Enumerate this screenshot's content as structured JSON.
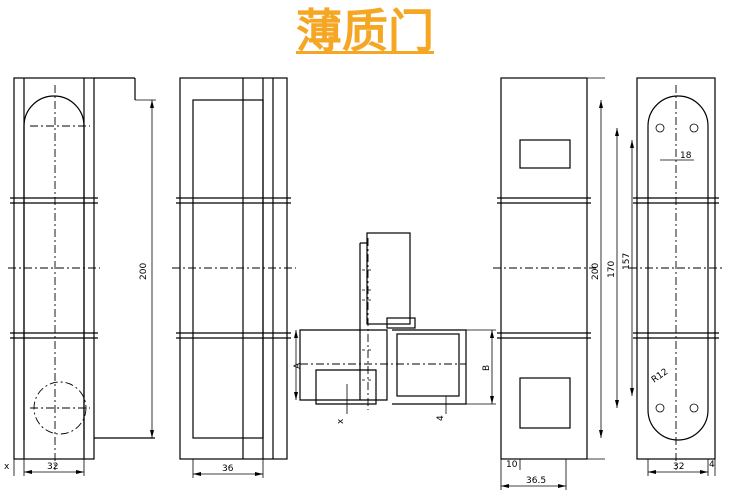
{
  "title": "薄质门",
  "title_color": "#f5a623",
  "drawing_color": "#000000",
  "dimensions": {
    "left_height": "200",
    "left_width": "32",
    "left_x": "x",
    "second_width": "36",
    "center_a": "A",
    "center_b": "B",
    "center_x": "x",
    "center_4": "4",
    "right1_height": "200",
    "right1_10": "10",
    "right1_width": "36.5",
    "right2_170": "170",
    "right2_157": "157",
    "right2_18": "18",
    "right2_radius": "R12",
    "right2_width": "32",
    "right2_4": "4"
  }
}
